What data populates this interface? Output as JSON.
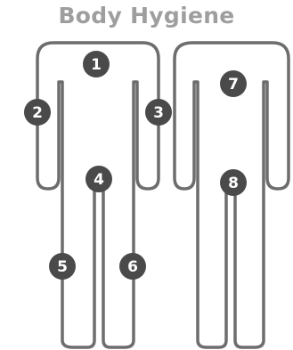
{
  "title": "Body Hygiene",
  "colors": {
    "title": "#9e9e9e",
    "outline": "#6d6d6d",
    "badge": "#4a4a4a"
  },
  "badges": [
    "1",
    "2",
    "3",
    "4",
    "5",
    "6",
    "7",
    "8"
  ]
}
